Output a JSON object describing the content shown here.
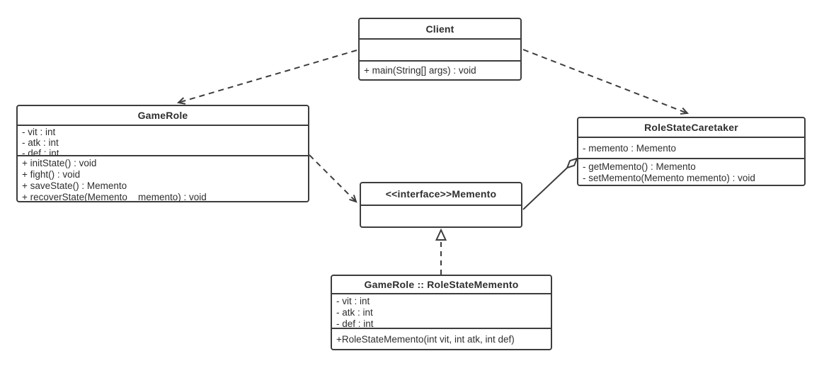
{
  "colors": {
    "stroke": "#3d3d3d",
    "text": "#2e2e2e",
    "background": "#ffffff"
  },
  "classes": {
    "client": {
      "name": "Client",
      "attributes": [],
      "methods": [
        "+ main(String[] args) : void"
      ]
    },
    "gameRole": {
      "name": "GameRole",
      "attributes": [
        "- vit : int",
        "- atk : int",
        "- def : int"
      ],
      "methods": [
        "+ initState() : void",
        "+ fight() : void",
        "+ saveState() : Memento",
        "+ recoverState(Memento    memento) : void"
      ]
    },
    "roleStateCaretaker": {
      "name": "RoleStateCaretaker",
      "attributes": [
        "- memento : Memento"
      ],
      "methods": [
        "- getMemento() : Memento",
        "- setMemento(Memento memento) : void"
      ]
    },
    "memento": {
      "name": "<<interface>>Memento",
      "attributes": [],
      "methods": []
    },
    "roleStateMemento": {
      "name": "GameRole :: RoleStateMemento",
      "attributes": [
        "- vit : int",
        "- atk : int",
        "- def : int"
      ],
      "methods": [
        "+RoleStateMemento(int vit, int atk, int def)"
      ]
    }
  },
  "relationships": [
    {
      "from": "Client",
      "to": "GameRole",
      "type": "dependency"
    },
    {
      "from": "Client",
      "to": "RoleStateCaretaker",
      "type": "dependency"
    },
    {
      "from": "GameRole",
      "to": "Memento",
      "type": "dependency"
    },
    {
      "from": "RoleStateCaretaker",
      "to": "Memento",
      "type": "aggregation"
    },
    {
      "from": "GameRole :: RoleStateMemento",
      "to": "Memento",
      "type": "realization"
    }
  ]
}
